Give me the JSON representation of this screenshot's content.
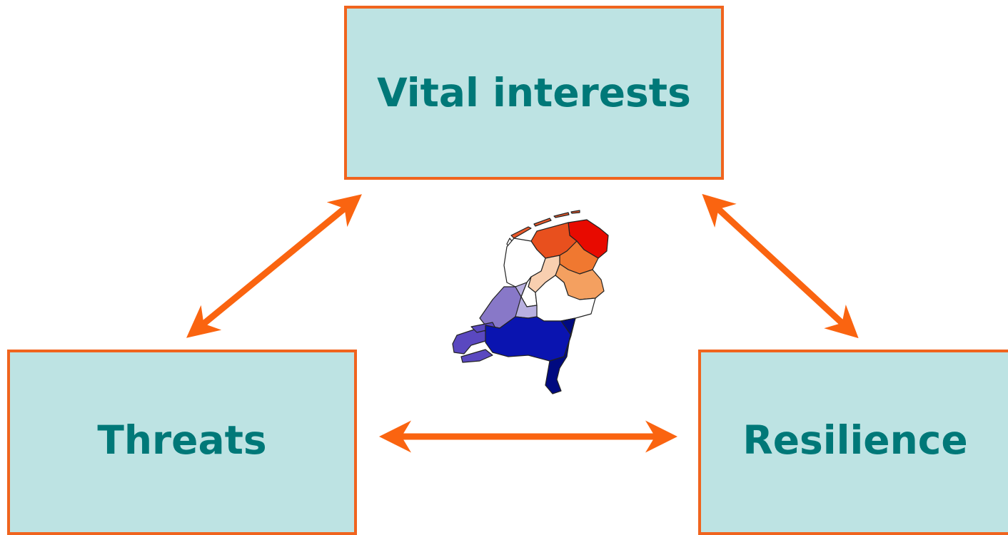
{
  "nodes": {
    "vital_interests": "Vital interests",
    "threats": "Threats",
    "resilience": "Resilience"
  },
  "edges": [
    {
      "from": "vital_interests",
      "to": "threats",
      "type": "bidirectional-arrow"
    },
    {
      "from": "vital_interests",
      "to": "resilience",
      "type": "bidirectional-arrow"
    },
    {
      "from": "threats",
      "to": "resilience",
      "type": "bidirectional-arrow"
    }
  ],
  "colors": {
    "box_fill": "#bde3e3",
    "box_border": "#f0641e",
    "label_text": "#007878",
    "arrow": "#fa6410"
  },
  "center_image": "netherlands-provinces-map"
}
